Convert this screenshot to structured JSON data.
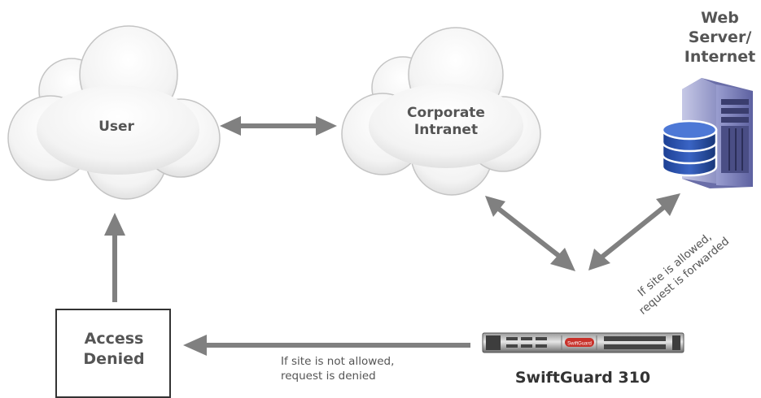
{
  "nodes": {
    "user": {
      "label": "User"
    },
    "intranet": {
      "line1": "Corporate",
      "line2": "Intranet"
    },
    "web_server": {
      "line1": "Web",
      "line2": "Server/",
      "line3": "Internet"
    },
    "access_denied": {
      "line1": "Access",
      "line2": "Denied"
    },
    "device": {
      "label": "SwiftGuard 310",
      "logo": "SwiftGuard"
    }
  },
  "annotations": {
    "allowed": {
      "line1": "If site is allowed,",
      "line2": "request is forwarded"
    },
    "denied": {
      "line1": "If site is not allowed,",
      "line2": "request is denied"
    }
  },
  "colors": {
    "arrow": "#808080",
    "cloud_fill": "#f0f0f0",
    "text": "#555555",
    "server_body": "#7c80bc",
    "database": "#2a4fa8",
    "device_badge": "#c8312a"
  }
}
